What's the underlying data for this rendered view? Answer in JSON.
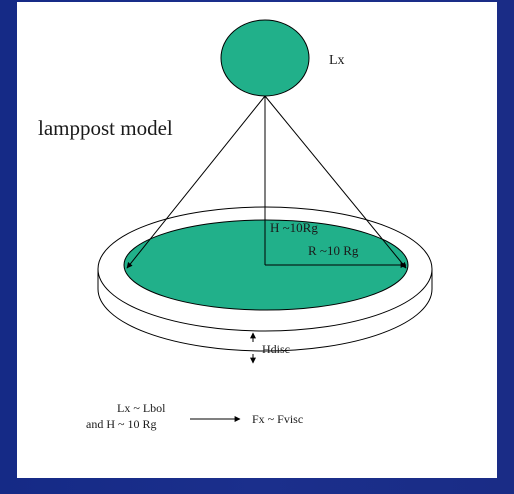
{
  "diagram": {
    "source_label": "Lx",
    "model_title": "lamppost model",
    "height_label": "H ~10Rg",
    "radius_label": "R ~10 Rg",
    "thickness_label": "Hdisc",
    "condition_line1": "Lx  ~ Lbol",
    "condition_line2": "and H  ~ 10 Rg",
    "result_label": "Fx ~ Fvisc"
  },
  "colors": {
    "slide_background": "#1a2d8a",
    "panel": "#ffffff",
    "accretion_fill": "#21b08a",
    "outline": "#000000"
  }
}
